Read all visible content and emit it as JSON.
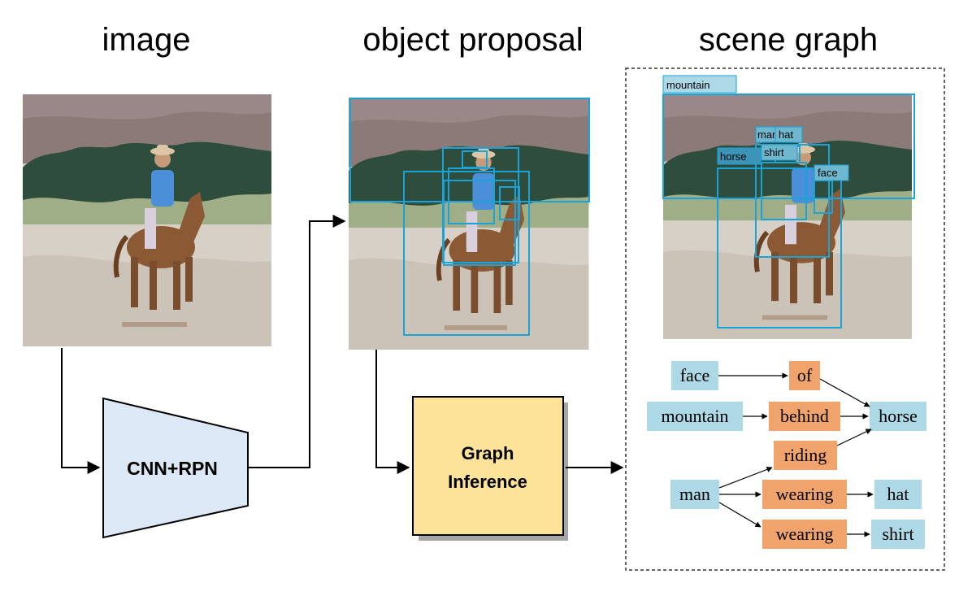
{
  "headers": {
    "image": "image",
    "object_proposal": "object proposal",
    "scene_graph": "scene graph"
  },
  "cnn_label": "CNN+RPN",
  "graph_inference": {
    "line1": "Graph",
    "line2": "Inference"
  },
  "box_labels": {
    "mountain": "mountain",
    "man": "man",
    "hat": "hat",
    "shirt": "shirt",
    "horse": "horse",
    "face": "face"
  },
  "graph_nodes": {
    "face": "face",
    "of": "of",
    "mountain": "mountain",
    "behind": "behind",
    "horse": "horse",
    "riding": "riding",
    "man": "man",
    "wearing1": "wearing",
    "hat": "hat",
    "wearing2": "wearing",
    "shirt": "shirt"
  },
  "colors": {
    "object_node": "#add8e6",
    "predicate_node": "#f0a36b",
    "proposal_box": "#1aa3d9",
    "cnn_fill": "#dce8f5",
    "graph_inference_fill": "#fde39a"
  }
}
